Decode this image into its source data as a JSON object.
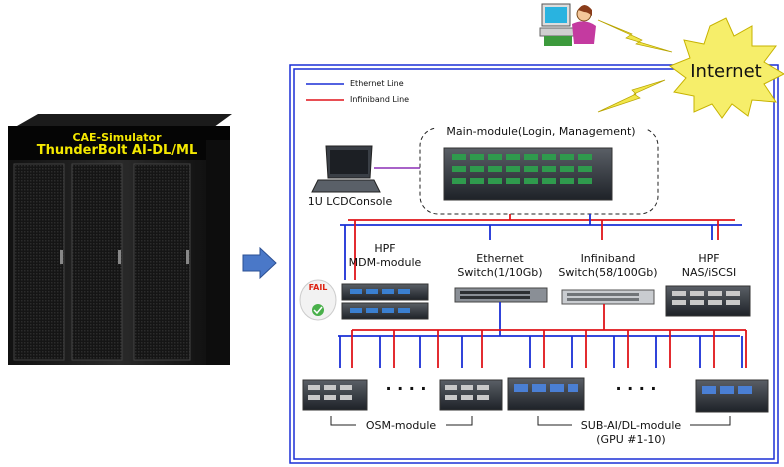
{
  "rack": {
    "title_line1": "CAE-Simulator",
    "title_line2": "ThunderBolt AI-DL/ML"
  },
  "legend": {
    "ethernet": "Ethernet Line",
    "infiniband": "Infiniband Line",
    "ethernet_color": "#1a2fd6",
    "infiniband_color": "#e0141a"
  },
  "internet": "Internet",
  "main_module": "Main-module(Login, Management)",
  "console": "1U LCDConsole",
  "mdm": {
    "line1": "HPF",
    "line2": "MDM-module"
  },
  "fail_badge": "FAIL",
  "eth_switch": {
    "line1": "Ethernet",
    "line2": "Switch(1/10Gb)"
  },
  "ib_switch": {
    "line1": "Infiniband",
    "line2": "Switch(58/100Gb)"
  },
  "nas": {
    "line1": "HPF",
    "line2": "NAS/iSCSI"
  },
  "osm": "OSM-module",
  "sub": {
    "line1": "SUB-AI/DL-module",
    "line2": "(GPU #1-10)"
  },
  "ellipsis": "· · · ·"
}
